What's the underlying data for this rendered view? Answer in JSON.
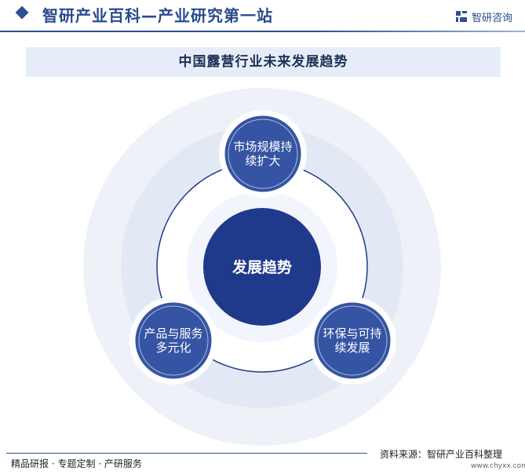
{
  "header": {
    "site_title": "智研产业百科—产业研究第一站",
    "brand_name": "智研咨询"
  },
  "banner": {
    "title": "中国露营行业未来发展趋势"
  },
  "diagram": {
    "center": "发展趋势",
    "nodes": [
      {
        "id": "top",
        "lines": [
          "市场规模持",
          "续扩大"
        ]
      },
      {
        "id": "left",
        "lines": [
          "产品与服务",
          "多元化"
        ]
      },
      {
        "id": "right",
        "lines": [
          "环保与可持",
          "续发展"
        ]
      }
    ]
  },
  "footer": {
    "left_text": "精品研报 · 专题定制 · 产研服务",
    "source_text": "资料来源：智研产业百科整理",
    "url": "www.chyxx.com"
  },
  "colors": {
    "primary": "#2f4f94",
    "node_fill": "#3554a3",
    "center_fill": "#1f3a8a",
    "halo_outer": "#eef2f8",
    "halo_inner": "#e2e9f4",
    "banner_bg": "#e7edf8"
  },
  "icons": {
    "header_marker": "diamond-icon",
    "brand_logo": "chyxx-logo-icon"
  }
}
